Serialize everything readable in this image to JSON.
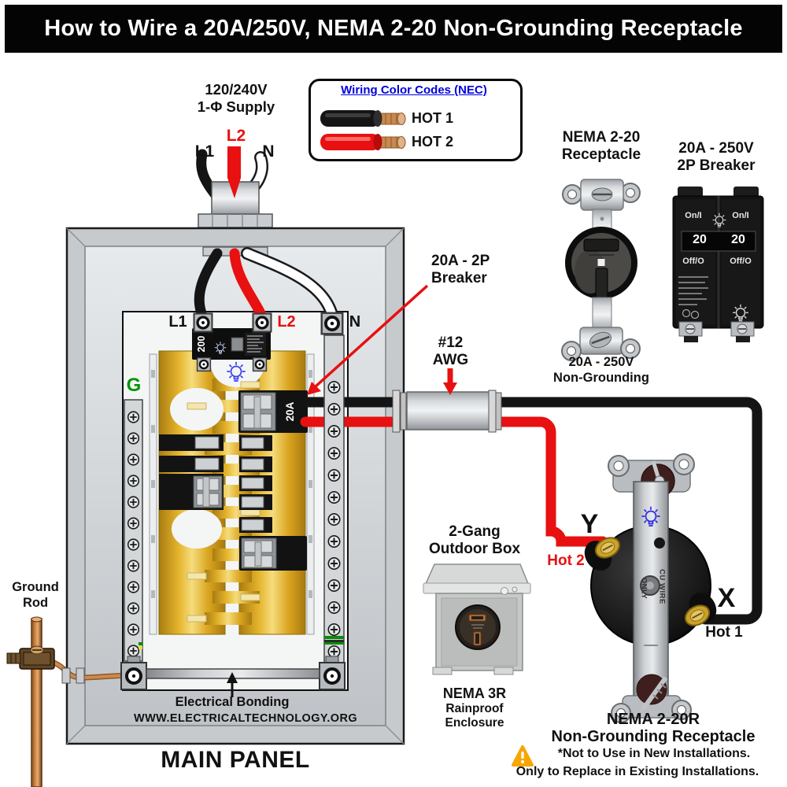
{
  "title_bar": {
    "text": "How to Wire a 20A/250V, NEMA 2-20 Non-Grounding Receptacle"
  },
  "supply": {
    "voltage": "120/240V",
    "phase": "1-Φ Supply",
    "l1": "L1",
    "l2": "L2",
    "n": "N"
  },
  "legend": {
    "title": "Wiring Color Codes (NEC)",
    "items": [
      {
        "label": "HOT 1",
        "color": "#151515"
      },
      {
        "label": "HOT 2",
        "color": "#e81010"
      }
    ]
  },
  "panel": {
    "caption": "MAIN PANEL",
    "website": "WWW.ELECTRICALTECHNOLOGY.ORG",
    "bonding_label": "Electrical Bonding",
    "ground_bus_label": "G",
    "lug_l1": "L1",
    "lug_l2": "L2",
    "lug_n": "N",
    "main_breaker_amps": "200",
    "branch_breaker_amps": "20A",
    "ground_rod_line1": "Ground",
    "ground_rod_line2": "Rod"
  },
  "callouts": {
    "breaker_line1": "20A - 2P",
    "breaker_line2": "Breaker",
    "awg_line1": "#12",
    "awg_line2": "AWG"
  },
  "receptacle_front": {
    "title1": "NEMA 2-20",
    "title2": "Receptacle",
    "sub1": "20A - 250V",
    "sub2": "Non-Grounding"
  },
  "breaker_photo": {
    "title1": "20A - 250V",
    "title2": "2P Breaker",
    "on_left": "On/I",
    "on_right": "On/I",
    "amp_left": "20",
    "amp_right": "20",
    "off_left": "Off/O",
    "off_right": "Off/O"
  },
  "outdoor_box": {
    "title1": "2-Gang",
    "title2": "Outdoor Box",
    "sub1": "NEMA 3R",
    "sub2": "Rainproof",
    "sub3": "Enclosure"
  },
  "receptacle_back": {
    "terminal_y": "Y",
    "terminal_x": "X",
    "hot2_label": "Hot 2",
    "hot1_label": "Hot 1",
    "strap_text1": "CU WIRE",
    "strap_text2": "ONLY",
    "title1": "NEMA 2-20R",
    "title2": "Non-Grounding Receptacle",
    "warning1": "*Not to Use in New Installations.",
    "warning2": "Only to Replace in Existing Installations."
  },
  "palette": {
    "hot1_black": "#151515",
    "hot2_red": "#e81010",
    "neutral_white": "#ffffff",
    "copper": "#c07a42",
    "bus_gold": "#d9a41e",
    "ground_green": "#009400",
    "link_blue": "#0000dd",
    "warning_orange": "#f7a600"
  }
}
